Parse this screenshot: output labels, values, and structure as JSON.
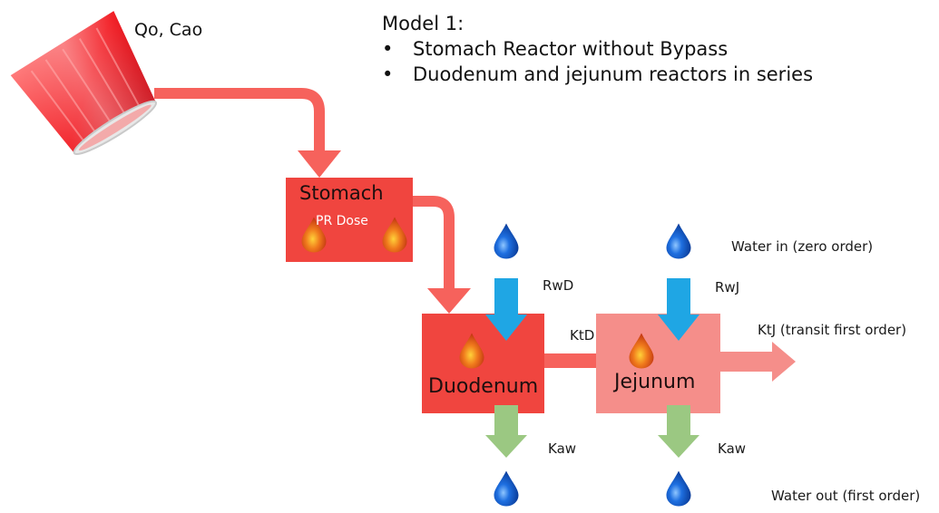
{
  "input_label": "Qo, Cao",
  "model": {
    "title": "Model 1:",
    "bullets": [
      "Stomach Reactor without Bypass",
      "Duodenum and jejunum reactors in series"
    ]
  },
  "stomach": {
    "label": "Stomach",
    "sublabel": "PR Dose"
  },
  "duodenum": {
    "label": "Duodenum"
  },
  "jejunum": {
    "label": "Jejunum"
  },
  "flows": {
    "rwd": "RwD",
    "rwj": "RwJ",
    "ktd": "KtD",
    "ktj": "KtJ (transit first order)",
    "kaw_d": "Kaw",
    "kaw_j": "Kaw"
  },
  "legend": {
    "water_in": "Water in (zero order)",
    "water_out": "Water out (first order)"
  },
  "colors": {
    "reactor_red": "#f0453f",
    "jejunum_pink": "#f58e8a",
    "flow_arrow": "#f6625c",
    "water_in_arrow": "#1fa6e4",
    "water_out_arrow": "#9bc882",
    "water_drop": "#0a4fb5",
    "dose_drop": "#c8321a"
  }
}
